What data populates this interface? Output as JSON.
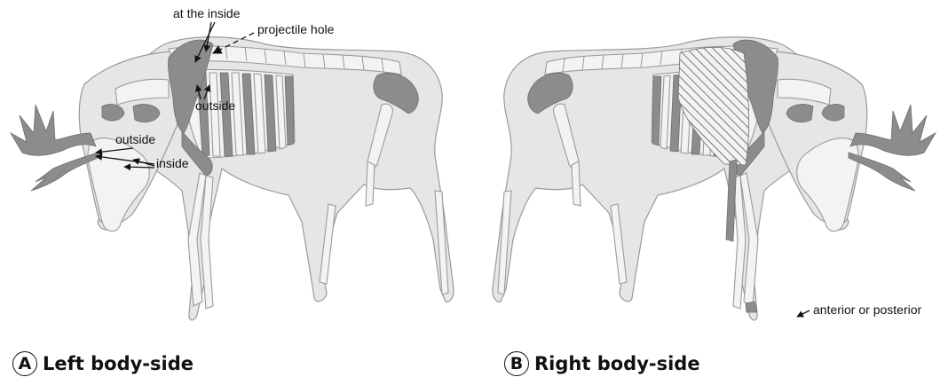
{
  "panels": [
    {
      "letter": "A",
      "caption": "Left body-side",
      "annotations": {
        "at_inside": "at the inside",
        "projectile": "projectile hole",
        "outside_1": "outside",
        "outside_2": "outside",
        "inside": "inside"
      }
    },
    {
      "letter": "B",
      "caption": "Right body-side",
      "annotations": {
        "anterior_posterior": "anterior or posterior"
      }
    }
  ]
}
